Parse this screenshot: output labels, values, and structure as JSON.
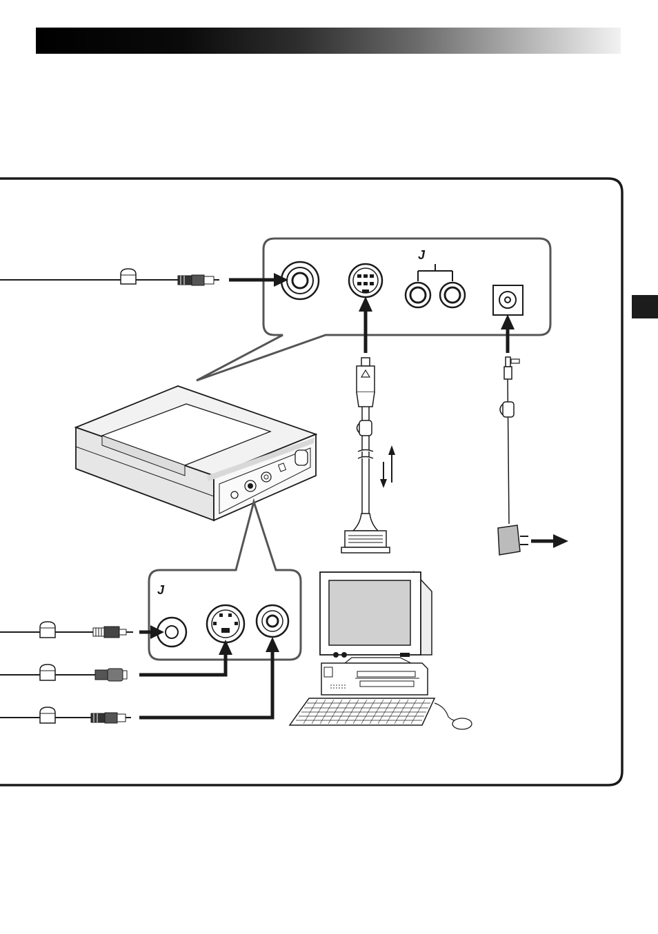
{
  "page": {
    "header_bar": "section-header-gradient",
    "side_tab": "chapter-tab"
  },
  "diagram": {
    "logo_mark_top": "J",
    "logo_mark_bottom": "J",
    "colors": {
      "line": "#1a1a1a",
      "panel_border": "#555555",
      "fill_light": "#eeeeee",
      "fill_mid": "#bbbbbb",
      "screen": "#d0d0d0"
    },
    "icons": [
      "video-plug-icon",
      "svideo-plug-icon",
      "audio-plug-icon",
      "dc-plug-icon",
      "ac-adapter-icon",
      "parallel-connector-icon",
      "computer-icon",
      "capture-device-icon",
      "ferrite-core-icon",
      "arrow-icon"
    ]
  }
}
